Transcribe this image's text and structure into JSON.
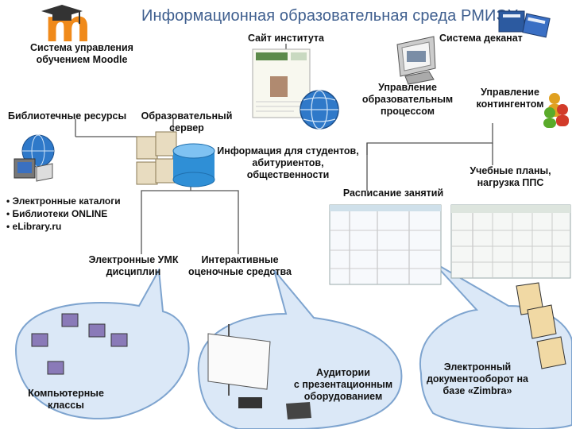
{
  "title": "Информационная образовательная среда РМИЭУ",
  "labels": {
    "moodle": [
      "Система управления",
      "обучением Moodle"
    ],
    "site": "Сайт института",
    "dean": "Система деканат",
    "library": "Библиотечные ресурсы",
    "edu_server": [
      "Образовательный",
      "сервер"
    ],
    "process": [
      "Управление",
      "образовательным",
      "процессом"
    ],
    "contingent": [
      "Управление",
      "контингентом"
    ],
    "info": [
      "Информация для студентов,",
      "абитуриентов,",
      "общественности"
    ],
    "curricula": [
      "Учебные планы,",
      "нагрузка ППС"
    ],
    "schedule": "Расписание занятий",
    "umk": [
      "Электронные УМК",
      "дисциплин"
    ],
    "assess": [
      "Интерактивные",
      "оценочные средства"
    ],
    "computer_classes": [
      "Компьютерные",
      "классы"
    ],
    "auditoriums": [
      "Аудитории",
      "с презентационным",
      "оборудованием"
    ],
    "docflow": [
      "Электронный",
      "документооборот на",
      "базе «Zimbra»"
    ]
  },
  "library_list": [
    "• Электронные каталоги",
    "• Библиотеки ONLINE",
    "• eLibrary.ru"
  ],
  "colors": {
    "title": "#3f5f8f",
    "lines": "#555555",
    "bubble_fill": "#dbe8f7",
    "bubble_stroke": "#7ea4cf",
    "cylinder": "#2f8fd6"
  }
}
